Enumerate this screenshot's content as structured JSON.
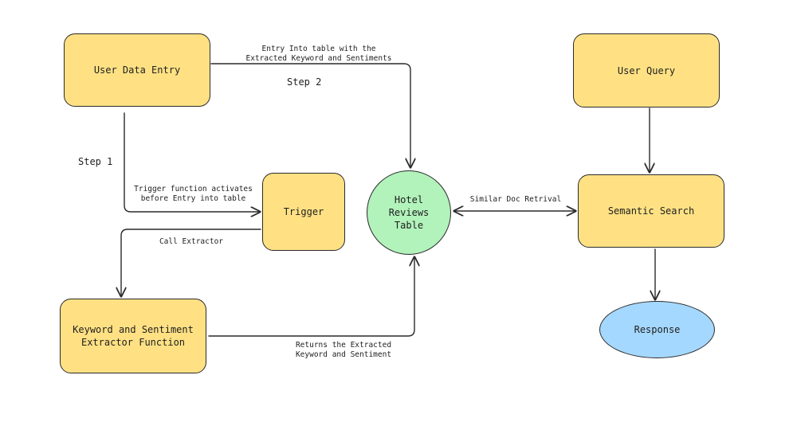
{
  "nodes": {
    "user_data_entry": "User Data Entry",
    "trigger": "Trigger",
    "extractor": "Keyword and Sentiment\nExtractor Function",
    "hotel_table": "Hotel\nReviews\nTable",
    "user_query": "User Query",
    "semantic_search": "Semantic Search",
    "response": "Response"
  },
  "labels": {
    "entry_into_table": "Entry Into table with the\nExtracted Keyword and Sentiments",
    "step2": "Step 2",
    "step1": "Step 1",
    "trigger_function": "Trigger function activates\nbefore Entry into table",
    "call_extractor": "Call Extractor",
    "similar_doc": "Similar Doc Retrival",
    "returns": "Returns the Extracted\nKeyword and Sentiment"
  },
  "colors": {
    "process_fill": "#ffe184",
    "table_fill": "#b2f2bb",
    "response_fill": "#a5d8ff",
    "stroke": "#2a2a2a"
  }
}
